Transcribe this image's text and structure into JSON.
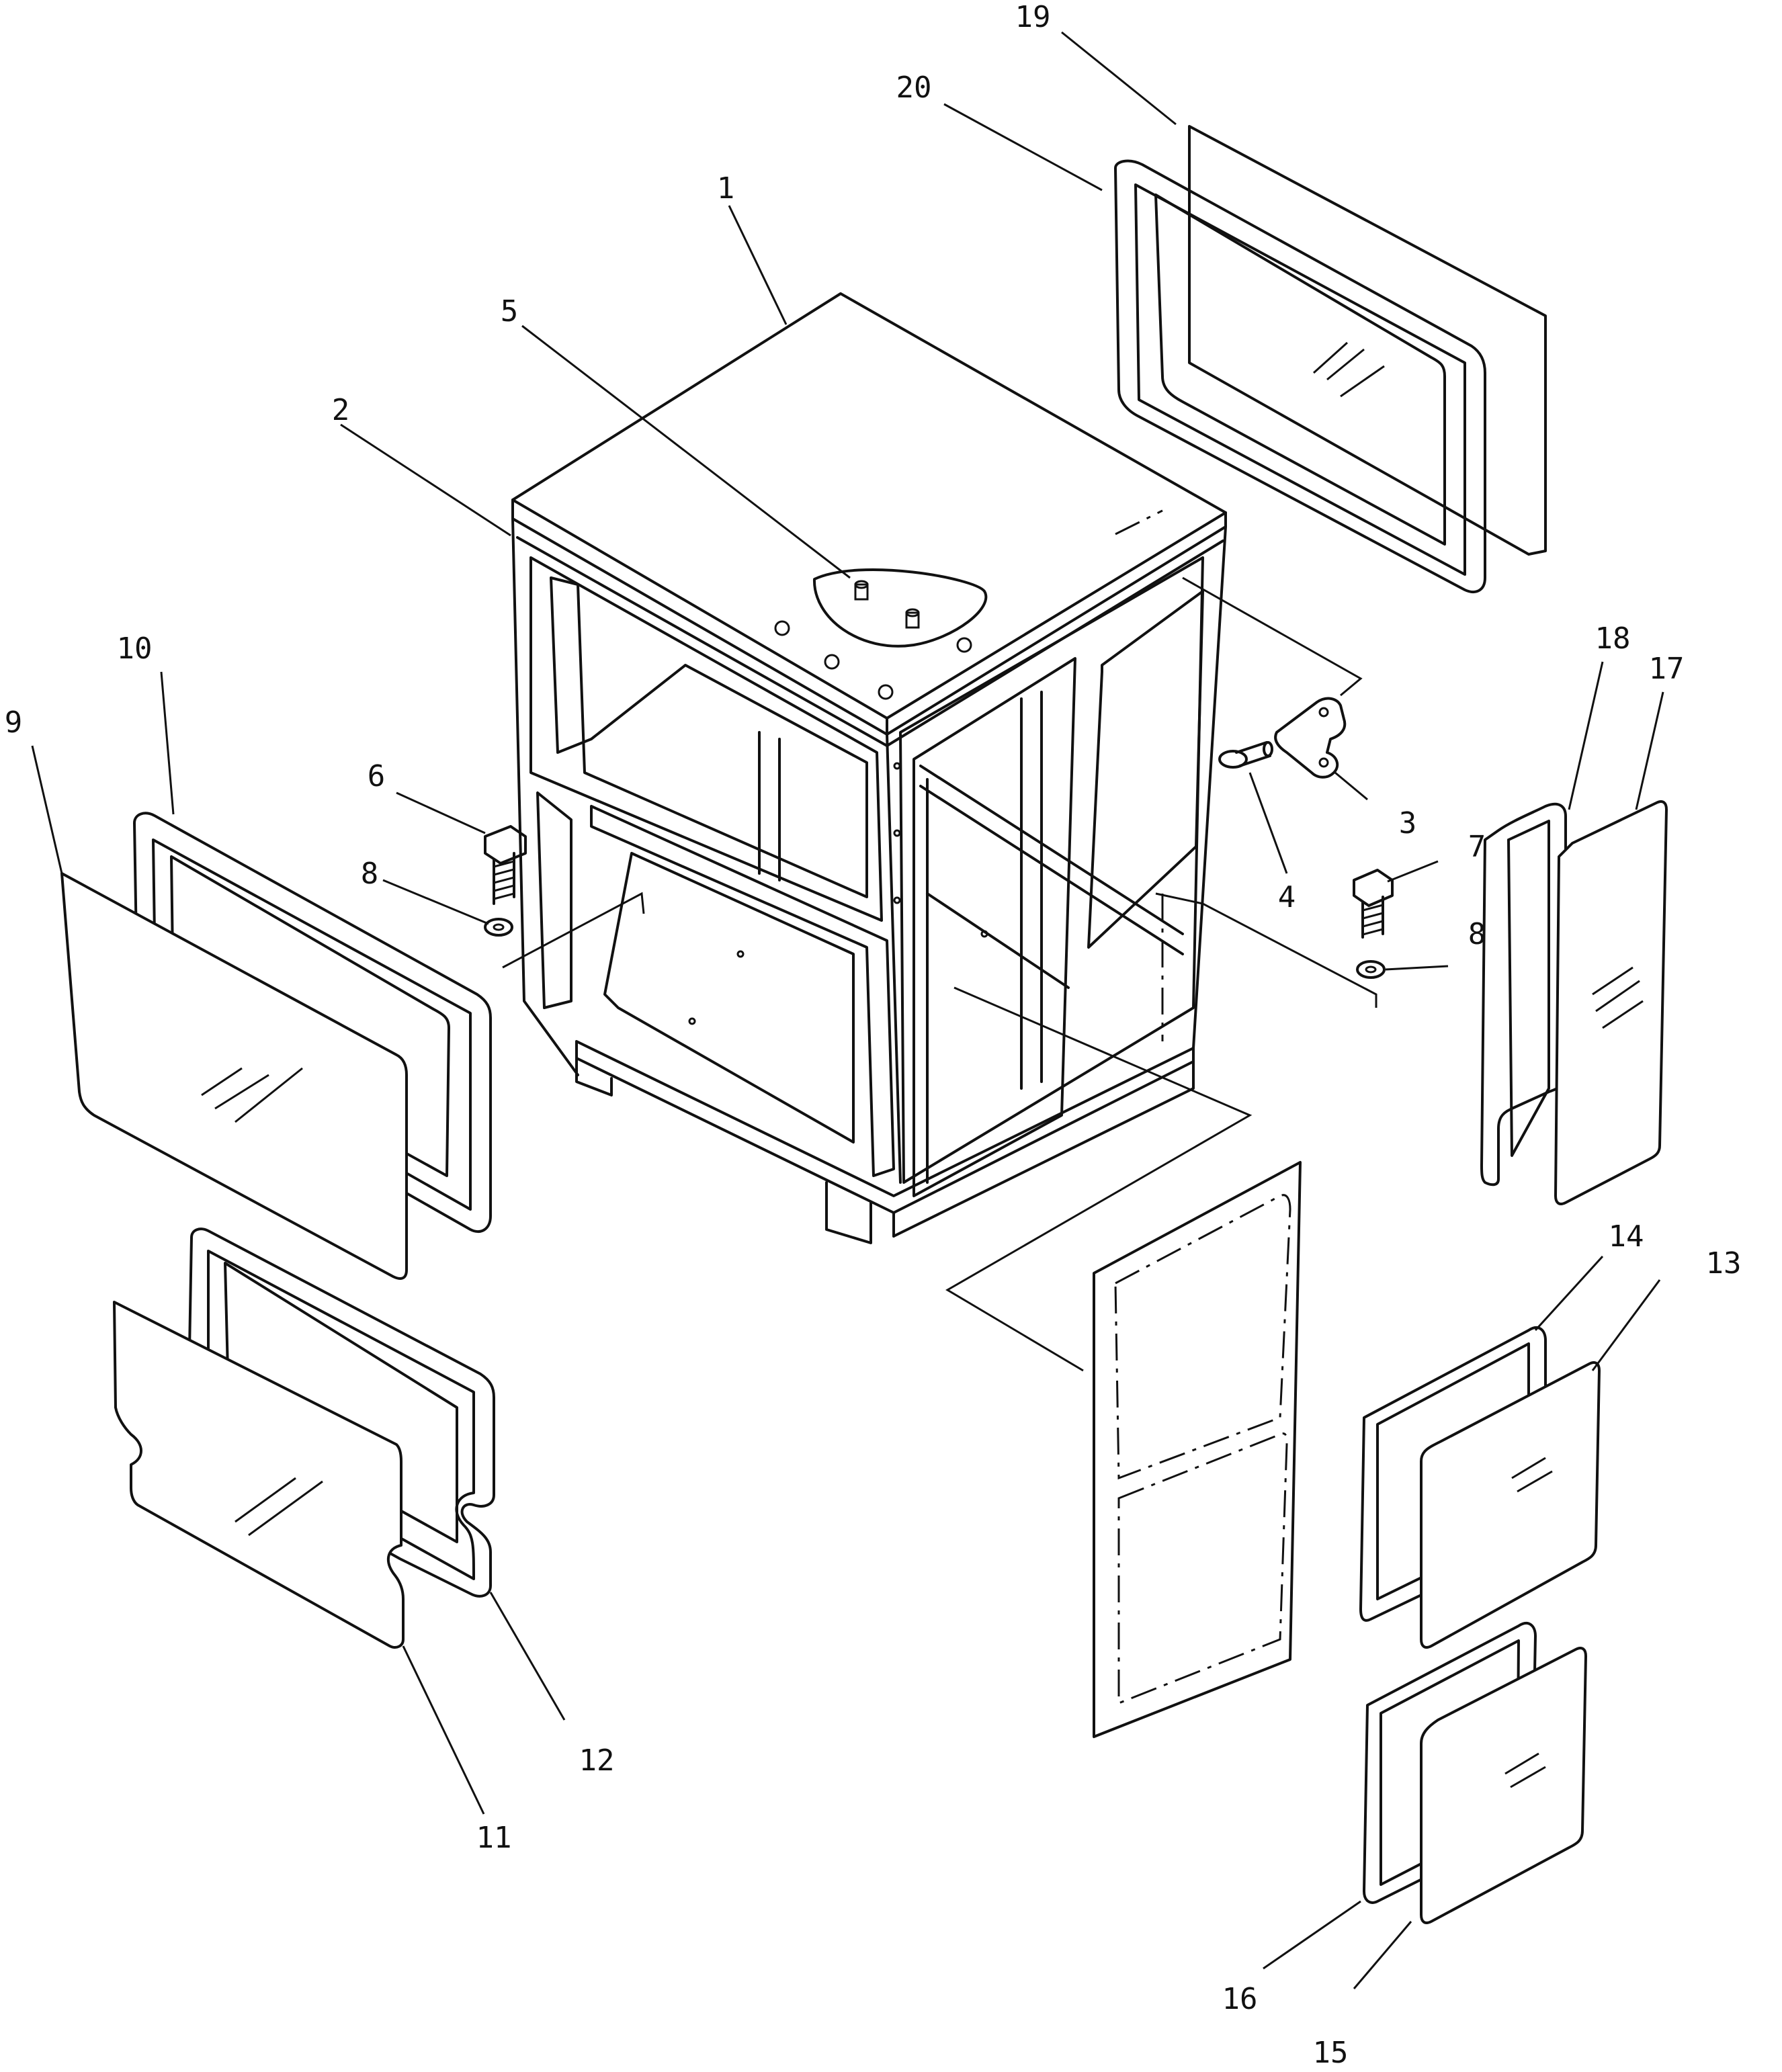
{
  "callouts": [
    "1",
    "2",
    "3",
    "4",
    "5",
    "6",
    "7",
    "8",
    "8",
    "9",
    "10",
    "11",
    "12",
    "13",
    "14",
    "15",
    "16",
    "17",
    "18",
    "19",
    "20"
  ]
}
